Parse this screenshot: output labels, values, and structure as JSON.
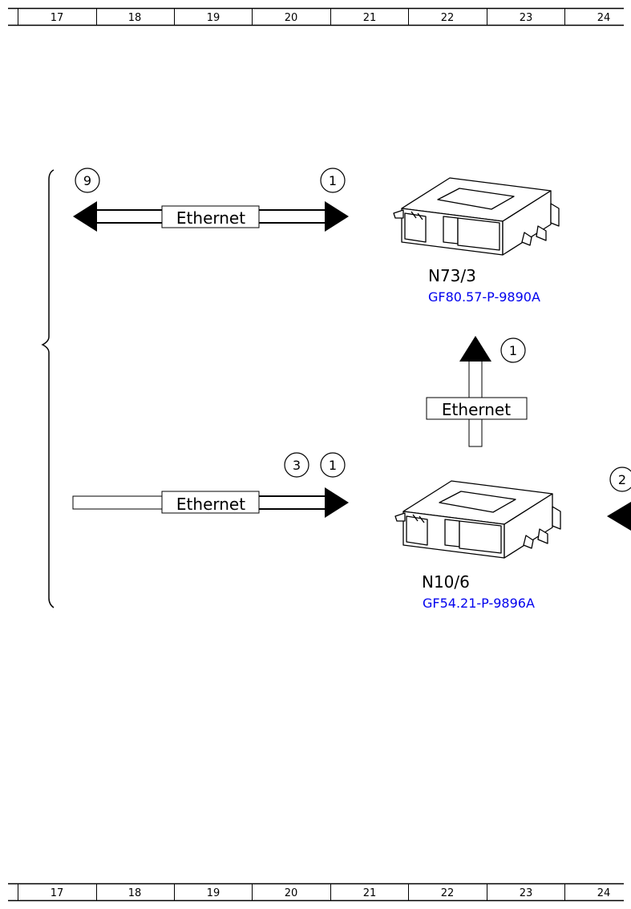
{
  "ruler_top": [
    "17",
    "18",
    "19",
    "20",
    "21",
    "22",
    "23",
    "24"
  ],
  "ruler_bottom": [
    "17",
    "18",
    "19",
    "20",
    "21",
    "22",
    "23",
    "24"
  ],
  "connections": {
    "top_left_ref": "9",
    "top_right_ref": "1",
    "top_label": "Ethernet",
    "mid_left_ref": "3",
    "mid_right_ref": "1",
    "mid_label": "Ethernet",
    "vertical_ref": "1",
    "vertical_label": "Ethernet",
    "edge_ref": "2"
  },
  "components": {
    "upper_name": "N73/3",
    "upper_link": "GF80.57-P-9890A",
    "lower_name": "N10/6",
    "lower_link": "GF54.21-P-9896A"
  }
}
